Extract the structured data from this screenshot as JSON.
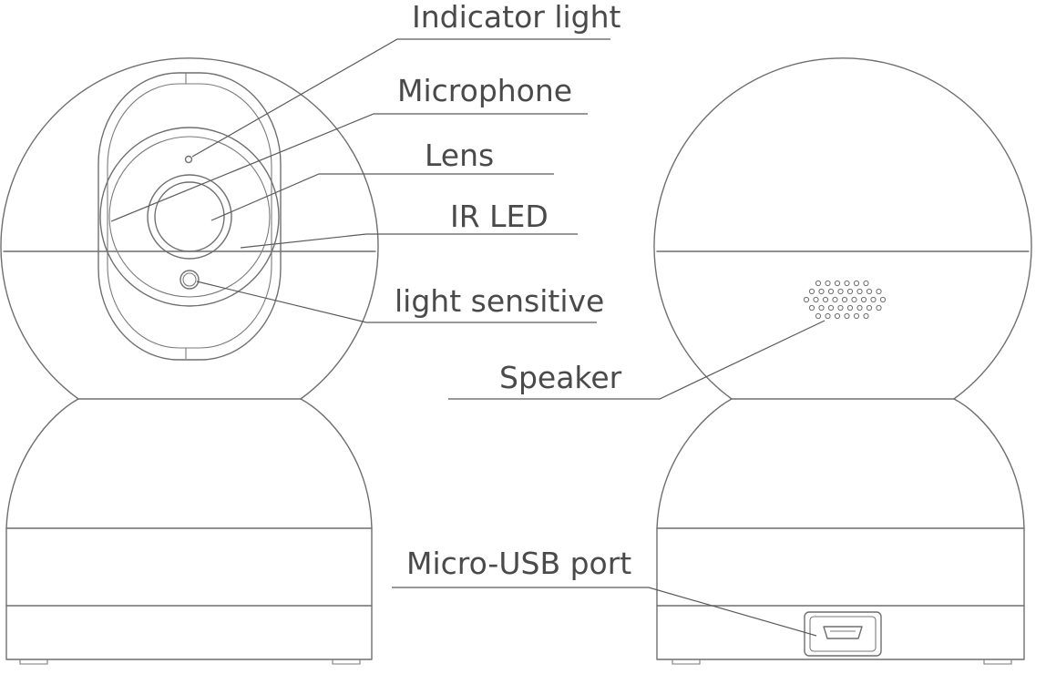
{
  "callouts": {
    "indicator_light": "Indicator light",
    "microphone": "Microphone",
    "lens": "Lens",
    "ir_led": "IR LED",
    "light_sensitive": "light sensitive",
    "speaker": "Speaker",
    "micro_usb_port": "Micro-USB port"
  },
  "colors": {
    "line": "#6f6f6f",
    "text": "#4a4a4a",
    "background": "#ffffff"
  }
}
